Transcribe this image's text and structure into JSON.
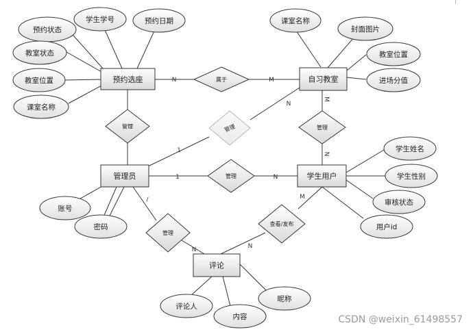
{
  "entities": {
    "booking": "预约选座",
    "classroom": "自习教室",
    "admin": "管理员",
    "student": "学生用户",
    "comment": "评论"
  },
  "relationships": {
    "belongs": "属于",
    "manage_booking": "管理",
    "manage_classroom_ghost": "管理",
    "manage_classroom": "管理",
    "manage_student": "管理",
    "manage_comment": "管理",
    "publish_comment": "查看/发布"
  },
  "attributes": {
    "booking": [
      "预约状态",
      "学生学号",
      "预约日期",
      "教室状态",
      "教室位置",
      "课室名称"
    ],
    "classroom": [
      "课室名称",
      "封面图片",
      "教室位置",
      "进场分值"
    ],
    "student": [
      "学生姓名",
      "学生性别",
      "审核状态",
      "用户id"
    ],
    "admin": [
      "账号",
      "密码"
    ],
    "comment": [
      "评论人",
      "内容",
      "昵称"
    ]
  },
  "cardinalities": {
    "booking_belongs": "N",
    "belongs_classroom": "M",
    "classroom_ghost": "N",
    "ghost_admin": "1",
    "classroom_manage": "M",
    "manage_student_top": "N",
    "admin_manage": "1",
    "manage_student": "N",
    "admin_comment_top": "/",
    "manage_comment": "N",
    "student_publish": "M",
    "publish_comment": "N"
  },
  "watermark": "CSDN @weixin_61498557"
}
